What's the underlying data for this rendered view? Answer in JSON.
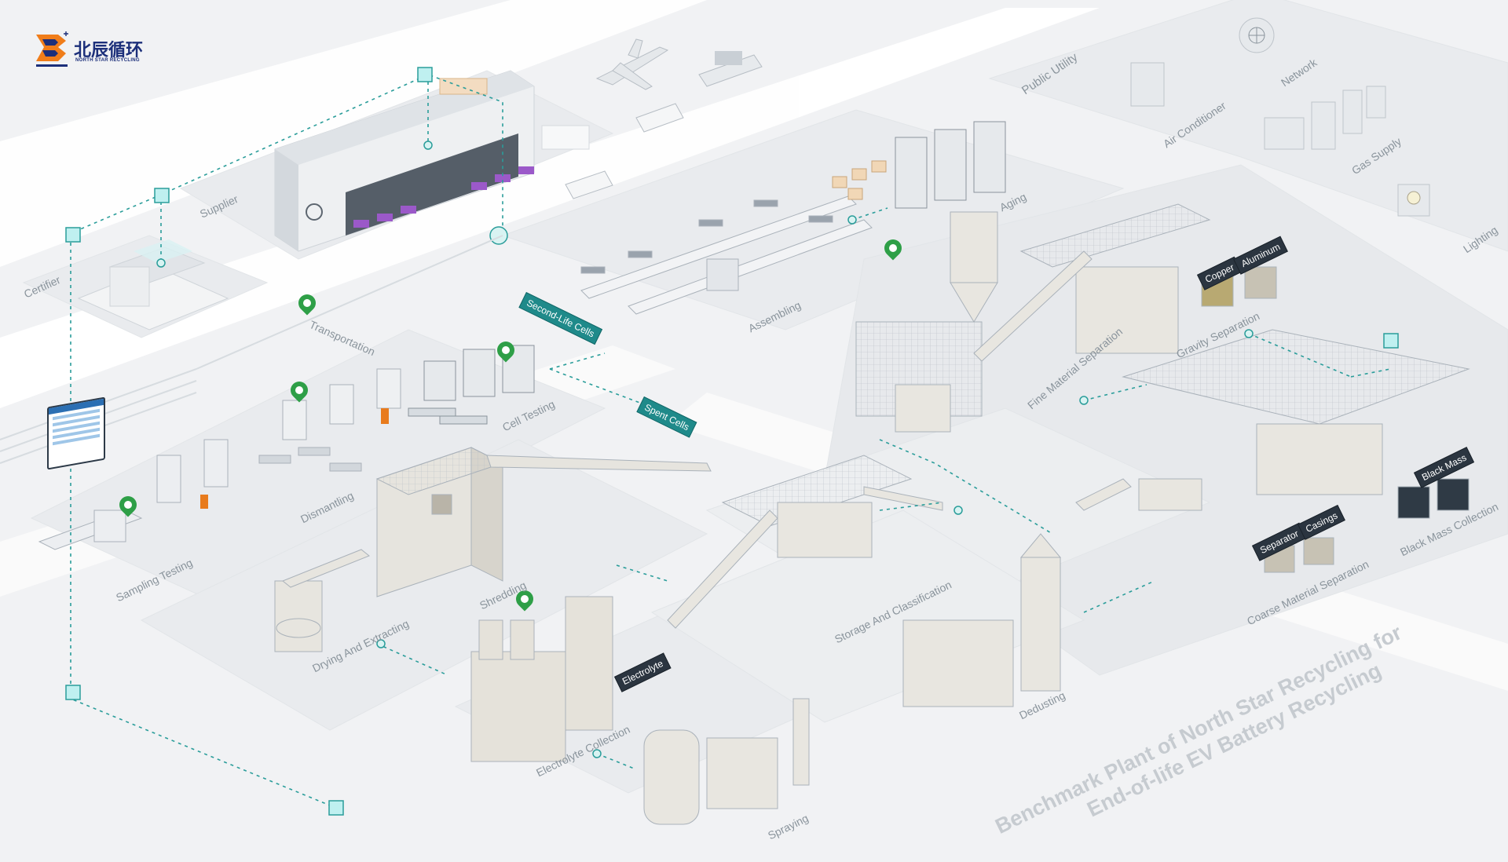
{
  "brand": {
    "name_cn": "北辰循环",
    "name_en": "NORTH STAR RECYCLING",
    "colors": {
      "primary": "#1c2f7a",
      "accent": "#f07d1a",
      "teal": "#1f8a8a",
      "pin_green": "#2e9f47"
    }
  },
  "title": {
    "line1": "Benchmark Plant of North Star Recycling for",
    "line2": "End-of-life EV Battery Recycling"
  },
  "areas": {
    "supplier": "Supplier",
    "certifier": "Certifier",
    "transportation": "Transportation",
    "assembling": "Assembling",
    "aging": "Aging",
    "cell_testing": "Cell Testing",
    "dismantling": "Dismantling",
    "sampling_testing": "Sampling Testing",
    "shredding": "Shredding",
    "drying_extracting": "Drying And Extracting",
    "electrolyte_collection": "Electrolyte Collection",
    "spraying": "Spraying",
    "storage_classification": "Storage And Classification",
    "dedusting": "Dedusting",
    "fine_material_separation": "Fine Material Separation",
    "gravity_separation": "Gravity Separation",
    "coarse_material_separation": "Coarse Material Separation",
    "black_mass_collection": "Black Mass Collection"
  },
  "utilities": {
    "public_utility": "Public Utility",
    "air_conditioner": "Air Conditioner",
    "network": "Network",
    "gas_supply": "Gas Supply",
    "lighting": "Lighting"
  },
  "tags": {
    "second_life_cells": "Second-Life Cells",
    "spent_cells": "Spent Cells",
    "electrolyte": "Electrolyte",
    "copper": "Copper",
    "aluminum": "Aluminum",
    "black_mass": "Black Mass",
    "separator": "Separator",
    "casings": "Casings"
  },
  "icons": [
    "airplane-icon",
    "ship-icon",
    "truck-icon",
    "location-pin-icon",
    "network-globe-icon",
    "light-bulb-icon",
    "monitor-icon",
    "cube-node-icon"
  ]
}
